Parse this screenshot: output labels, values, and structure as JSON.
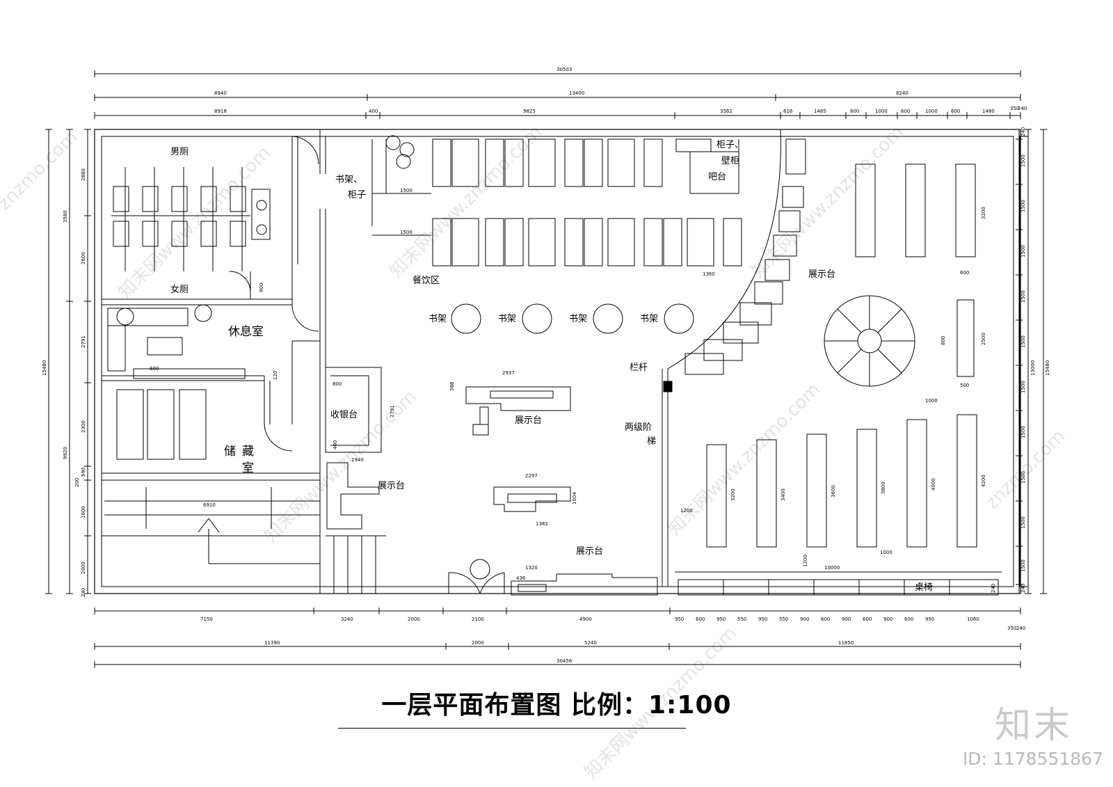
{
  "drawing": {
    "title": "一层平面布置图 比例：1:100",
    "rooms": {
      "mens_toilet": "男厕",
      "womens_toilet": "女厕",
      "lounge": "休息室",
      "storage_1": "储",
      "storage_2": "藏",
      "storage_3": "室",
      "dining": "餐饮区",
      "cashier": "收银台",
      "display_center": "展示台",
      "display_left": "展示台",
      "display_bottom": "展示台",
      "display_right": "展示台",
      "cabinet_1": "柜子、",
      "cabinet_2": "壁柜",
      "bar": "吧台",
      "shelf_cabinet_1": "书架、",
      "shelf_cabinet_2": "柜子",
      "bookshelf_1": "书架",
      "bookshelf_2": "书架",
      "bookshelf_3": "书架",
      "bookshelf_4": "书架",
      "railing": "栏杆",
      "steps_1": "两级阶",
      "steps_2": "梯",
      "tables_chairs": "桌椅"
    },
    "dimensions": {
      "top_total": "30503",
      "top_row2": [
        "8940",
        "13400",
        "8240"
      ],
      "top_row3": [
        "8918",
        "400",
        "9825",
        "3562",
        "616",
        "1485",
        "600",
        "1000",
        "600",
        "1000",
        "600",
        "1480",
        "350",
        "240"
      ],
      "bottom_row1": [
        "7150",
        "3240",
        "2000",
        "2100",
        "4900",
        "950",
        "600",
        "950",
        "550",
        "950",
        "550",
        "900",
        "600",
        "900",
        "600",
        "900",
        "600",
        "950",
        "1060",
        "350",
        "240"
      ],
      "bottom_row2": [
        "11390",
        "2000",
        "5240",
        "11850"
      ],
      "bottom_total": "30456",
      "left_outer": [
        "3580",
        "15480",
        "9920"
      ],
      "left_inner": [
        "2880",
        "2600",
        "2791",
        "2300",
        "590",
        "200",
        "1600",
        "2000",
        "240"
      ],
      "right_outer": [
        "15480"
      ],
      "right_inner": [
        "13000",
        "240",
        "1500",
        "1500",
        "1500",
        "1500",
        "1500",
        "1500",
        "1500",
        "1500",
        "1500",
        "1500",
        "240"
      ],
      "interior": {
        "d1500a": "1500",
        "d1500b": "1500",
        "d1360": "1360",
        "d2937": "2937",
        "d388": "388",
        "d800": "800",
        "d2791": "2791",
        "d400": "400",
        "d1940": "1940",
        "d2297": "2297",
        "d1382": "1382",
        "d1004": "1004",
        "d1320": "1320",
        "d436": "436",
        "d6910": "6910",
        "d600": "600",
        "d1200": "1200",
        "d1200b": "1200",
        "d10000": "10000",
        "d1000a": "1000",
        "d1000b": "1000",
        "d3200a": "3200",
        "d3400": "3400",
        "d3600": "3600",
        "d3800": "3800",
        "d4000": "4000",
        "d4200": "4200",
        "d3200b": "3200",
        "d2500": "2500",
        "d500": "500",
        "d800b": "800",
        "d600b": "600",
        "d900": "900",
        "d240": "240",
        "d120": "120"
      }
    }
  },
  "watermark": {
    "brand": "知末",
    "id": "ID: 1178551867",
    "site": "znzmo.com",
    "site_cn": "知末网www.znzmo.com"
  }
}
